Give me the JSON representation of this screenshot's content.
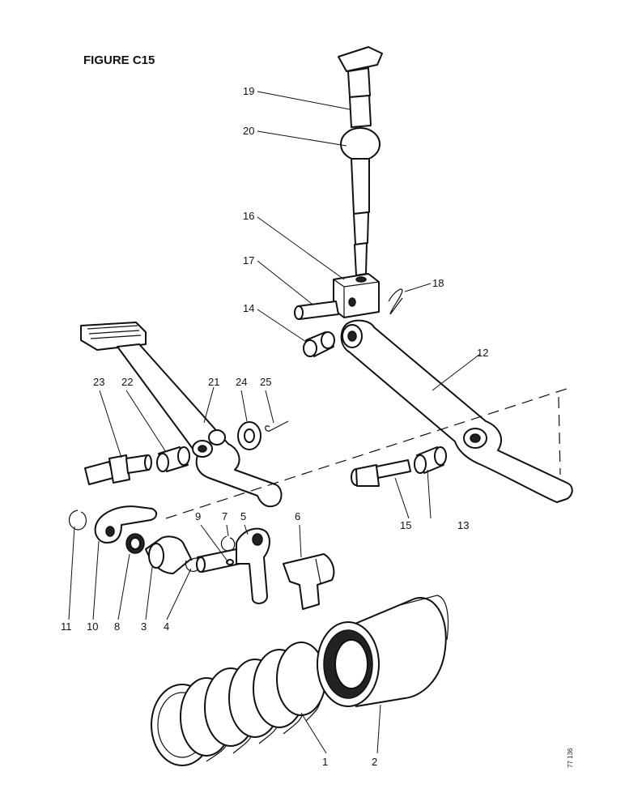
{
  "figure": {
    "title": "FIGURE C15",
    "ref_code": "77 136"
  },
  "callouts": [
    {
      "id": "c1",
      "label": "1"
    },
    {
      "id": "c2",
      "label": "2"
    },
    {
      "id": "c3",
      "label": "3"
    },
    {
      "id": "c4",
      "label": "4"
    },
    {
      "id": "c5",
      "label": "5"
    },
    {
      "id": "c6",
      "label": "6"
    },
    {
      "id": "c7",
      "label": "7"
    },
    {
      "id": "c8",
      "label": "8"
    },
    {
      "id": "c9",
      "label": "9"
    },
    {
      "id": "c10",
      "label": "10"
    },
    {
      "id": "c11",
      "label": "11"
    },
    {
      "id": "c12",
      "label": "12"
    },
    {
      "id": "c13",
      "label": "13"
    },
    {
      "id": "c14",
      "label": "14"
    },
    {
      "id": "c15",
      "label": "15"
    },
    {
      "id": "c16",
      "label": "16"
    },
    {
      "id": "c17",
      "label": "17"
    },
    {
      "id": "c18",
      "label": "18"
    },
    {
      "id": "c19",
      "label": "19"
    },
    {
      "id": "c20",
      "label": "20"
    },
    {
      "id": "c21",
      "label": "21"
    },
    {
      "id": "c22",
      "label": "22"
    },
    {
      "id": "c23",
      "label": "23"
    },
    {
      "id": "c24",
      "label": "24"
    },
    {
      "id": "c25",
      "label": "25"
    }
  ]
}
